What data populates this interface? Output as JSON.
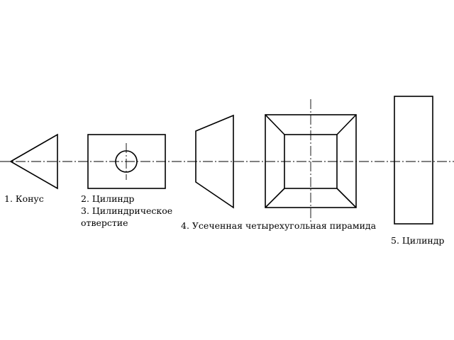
{
  "labels": {
    "cone": "1. Конус",
    "cylinder": "2. Цилиндр",
    "hole_line1": "3. Цилиндрическое",
    "hole_line2": "отверстие",
    "pyramid": "4. Усеченная четырехугольная пирамида",
    "cylinder2": "5. Цилиндр"
  }
}
